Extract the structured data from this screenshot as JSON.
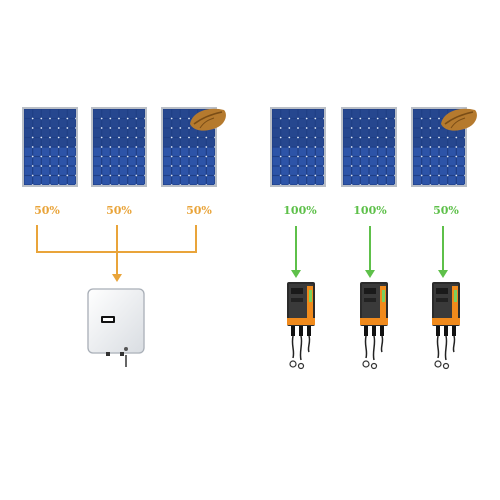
{
  "string_system": {
    "panels": [
      {
        "output_label": "50%",
        "shaded": false
      },
      {
        "output_label": "50%",
        "shaded": false
      },
      {
        "output_label": "50%",
        "shaded": true
      }
    ],
    "accent_color": "#e9a43a"
  },
  "micro_system": {
    "panels": [
      {
        "output_label": "100%",
        "shaded": false
      },
      {
        "output_label": "100%",
        "shaded": false
      },
      {
        "output_label": "50%",
        "shaded": true
      }
    ],
    "accent_color": "#5ec04a"
  }
}
